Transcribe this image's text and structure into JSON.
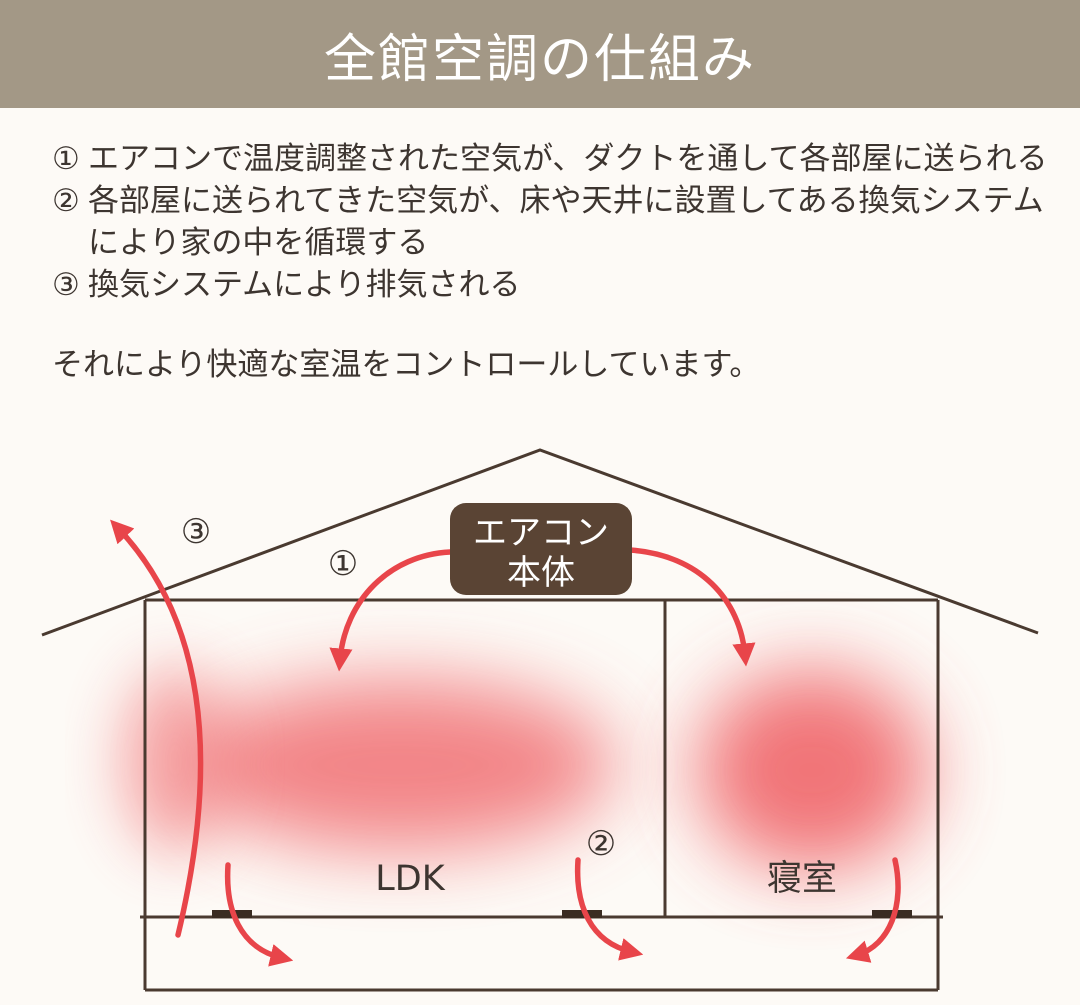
{
  "title": "全館空調の仕組み",
  "steps": [
    {
      "num": "①",
      "text": "エアコンで温度調整された空気が、ダクトを通して各部屋に送られる"
    },
    {
      "num": "②",
      "text": "各部屋に送られてきた空気が、床や天井に設置してある換気システムにより家の中を循環する"
    },
    {
      "num": "③",
      "text": "換気システムにより排気される"
    }
  ],
  "summary": "それにより快適な室温をコントロールしています。",
  "diagram": {
    "unit_label_line1": "エアコン",
    "unit_label_line2": "本体",
    "room_ldk": "LDK",
    "room_bedroom": "寝室",
    "marker_1": "①",
    "marker_2": "②",
    "marker_3": "③"
  },
  "colors": {
    "header_bg": "#a39886",
    "background": "#fdfaf6",
    "line": "#4a3a30",
    "unit_bg": "#5a4434",
    "arrow": "#e8454a",
    "heat": "#ee5358"
  }
}
